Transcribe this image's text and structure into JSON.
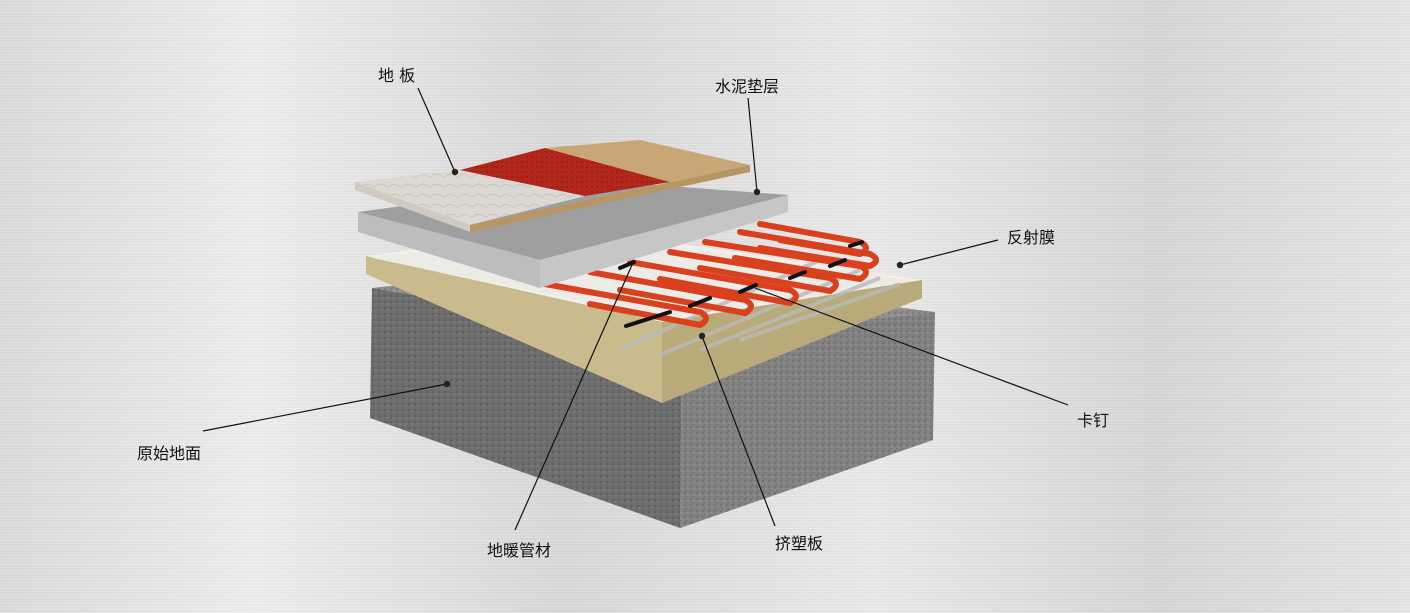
{
  "diagram": {
    "labels": {
      "floor": "地 板",
      "cement_layer": "水泥垫层",
      "reflective_film": "反射膜",
      "clip_nail": "卡钉",
      "original_ground": "原始地面",
      "heating_pipe": "地暖管材",
      "extruded_board": "挤塑板"
    },
    "colors": {
      "concrete": "#8c8c8c",
      "board_edge": "#c8b98a",
      "film": "#ecebe6",
      "pipe": "#d9401e",
      "cement": "#9d9d9d",
      "floor_stone": "#dcd9d2",
      "floor_red": "#b2261c",
      "floor_wood": "#c8a675"
    }
  }
}
